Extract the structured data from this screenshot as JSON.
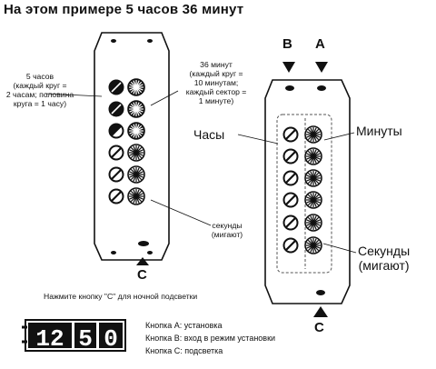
{
  "title": "На этом примере 5 часов 36 минут",
  "left_device": {
    "hours_note": "5 часов\n(каждый круг =\n2 часам; половина\nкруга = 1 часу)",
    "minutes_note": "36 минут\n(каждый круг =\n10 минутам;\nкаждый сектор =\n1 минуте)",
    "seconds_note": "секунды\n(мигают)",
    "button_label": "C"
  },
  "night_light_note": "Нажмите кнопку \"C\" для ночной подсветки",
  "right_device": {
    "button_a": "A",
    "button_b": "B",
    "button_c": "C",
    "hours_label": "Часы",
    "minutes_label": "Минуты",
    "seconds_label": "Секунды\n(мигают)"
  },
  "digital_display": {
    "d1": "12",
    "d2": "5",
    "d3": "0"
  },
  "legend": {
    "a": "Кнопка A: установка",
    "b": "Кнопка B: вход в режим установки",
    "c": "Кнопка C: подсветка"
  }
}
